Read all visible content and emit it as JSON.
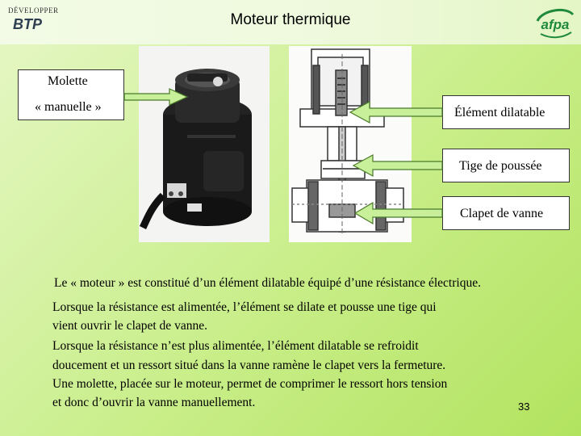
{
  "header": {
    "title": "Moteur thermique",
    "logo_left_small": "DÉVELOPPER",
    "logo_left_big": "BTP",
    "logo_right": "afpa"
  },
  "labels": {
    "molette_line1": "Molette",
    "molette_line2": "« manuelle »",
    "element": "Élément dilatable",
    "tige": "Tige de poussée",
    "clapet": "Clapet de vanne"
  },
  "body": {
    "intro": "Le « moteur » est constitué d’un élément dilatable équipé d’une résistance électrique.",
    "lines": [
      "Lorsque la résistance est alimentée, l’élément se dilate et pousse une tige qui",
      "vient ouvrir le clapet de vanne.",
      "Lorsque la résistance n’est plus alimentée, l’élément dilatable se refroidit",
      "doucement et un ressort situé dans la vanne ramène le clapet vers la fermeture.",
      "Une molette, placée sur le moteur, permet de comprimer le ressort hors tension",
      "et donc d’ouvrir la vanne manuellement."
    ]
  },
  "page_number": "33",
  "colors": {
    "background": "#c9ee8a",
    "arrow_fill": "#c8ef9a",
    "arrow_stroke": "#4a7a2a"
  }
}
